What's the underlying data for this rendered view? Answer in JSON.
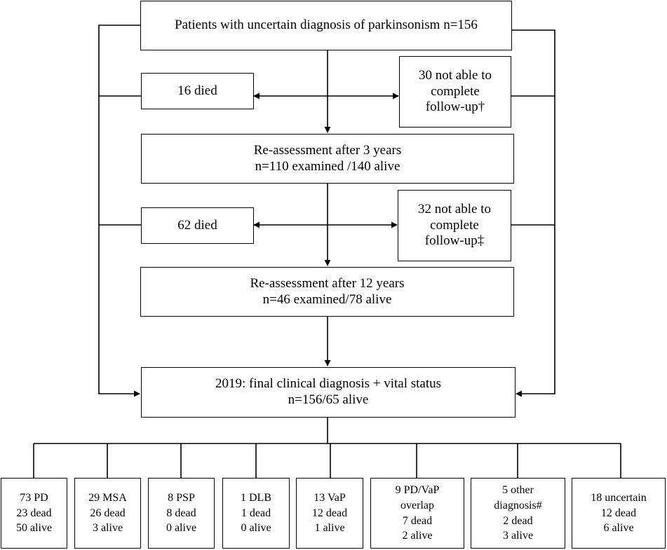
{
  "top": [
    "Patients with uncertain diagnosis of parkinsonism n=156"
  ],
  "died1": [
    "16 died"
  ],
  "lost1": [
    "30 not able to",
    "complete",
    "follow-up†"
  ],
  "assess3": [
    "Re-assessment after 3 years",
    "n=110 examined /140 alive"
  ],
  "died2": [
    "62 died"
  ],
  "lost2": [
    "32 not able to",
    "complete",
    "follow-up‡"
  ],
  "assess12": [
    "Re-assessment after 12 years",
    "n=46 examined/78 alive"
  ],
  "final": [
    "2019: final clinical diagnosis + vital status",
    "n=156/65 alive"
  ],
  "outcomes": [
    [
      "73 PD",
      "23 dead",
      "50 alive"
    ],
    [
      "29 MSA",
      "26 dead",
      "3 alive"
    ],
    [
      "8 PSP",
      "8 dead",
      "0 alive"
    ],
    [
      "1 DLB",
      "1 dead",
      "0 alive"
    ],
    [
      "13 VaP",
      "12 dead",
      "1 alive"
    ],
    [
      "9 PD/VaP",
      "overlap",
      "7 dead",
      "2 alive"
    ],
    [
      "5 other",
      "diagnosis#",
      "2 dead",
      "3 alive"
    ],
    [
      "18 uncertain",
      "12 dead",
      "6 alive"
    ]
  ]
}
